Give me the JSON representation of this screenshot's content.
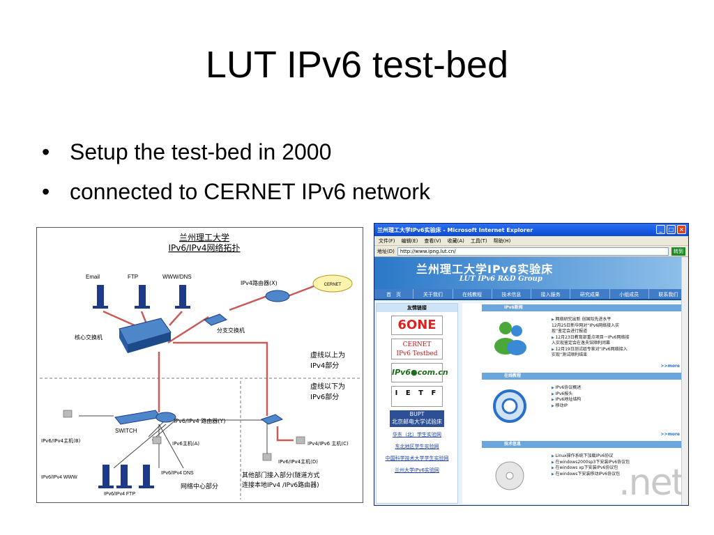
{
  "slide": {
    "title": "LUT IPv6 test-bed",
    "bullets": [
      "Setup the test-bed in 2000",
      "connected to CERNET IPv6 network"
    ]
  },
  "topology": {
    "title": "兰州理工大学",
    "subtitle": "IPv6/IPv4网络拓扑",
    "labels": {
      "email": "Email",
      "ftp": "FTP",
      "www_dns": "WWW/DNS",
      "ipv4_router": "IPv4路由器(X)",
      "cernet": "CERNET",
      "core_switch": "核心交换机",
      "branch_switch": "分支交换机",
      "above_line": "虚线以上为",
      "ipv4_part": "IPv4部分",
      "below_line": "虚线以下为",
      "ipv6_part": "IPv6部分",
      "dual_router": "IPv6/IPv4 路由器(Y)",
      "switch": "SWITCH",
      "host_b": "IPv6/IPv4主机(B)",
      "host_a": "IPv6主机(A)",
      "host_c": "IPv4/IPv6 主机(C)",
      "host_d": "IPv6/IPv4主机(D)",
      "www": "IPv6/IPv4 WWW",
      "dns": "IPv6/IPv4 DNS",
      "ftp_bottom": "IPv6/IPv4 FTP",
      "net_center": "网络中心部分",
      "other_dept_1": "其他部门接入部分(隧道方式",
      "other_dept_2": "连接本地IPv4 /IPv6路由器)"
    }
  },
  "browser": {
    "title": "兰州理工大学IPv6实验床 - Microsoft Internet Explorer",
    "menu": [
      "文件(F)",
      "编辑(E)",
      "查看(V)",
      "收藏(A)",
      "工具(T)",
      "帮助(H)"
    ],
    "address_label": "地址(D)",
    "url": "http://www.ipng.lut.cn/",
    "go_label": "转到",
    "site_title": "兰州理工大学IPv6实验床",
    "site_subtitle": "LUT IPv6 R&D Group",
    "nav": [
      "首　页",
      "关于我们",
      "在线教程",
      "技术信息",
      "接入服务",
      "研究成果",
      "小组成员",
      "联系我们"
    ],
    "friend_links_title": "友情链接",
    "logos": {
      "sixone": "6ONE",
      "cernet_1": "CERNET",
      "cernet_2": "IPv6 Testbed",
      "ipv6com": "IPv6●com.cn",
      "ietf": "I E T F",
      "bupt_1": "BUPT",
      "bupt_2": "北京邮电大学试验床"
    },
    "side_links": [
      "华东（北）学生实验网",
      "东北地区学生实验网",
      "中国科学技术大学学生实验网",
      "兰州大学IPv6实验网"
    ],
    "news_title": "IPv6新闻",
    "news": [
      "网络研究出新  创国际先进水平",
      "12月25日新华网对“IPv6网络接入实",
      "现”鉴定会进行报道",
      "12月23日教育部重点项目－IPv6网络接",
      "入实现鉴定会在逸夫馆顺利闭幕",
      "12月19日测试组专家对“IPv6网络接入",
      "实现”测试顺利结束"
    ],
    "tutorial_title": "在线教程",
    "tutorials": [
      "IPv6协议概述",
      "IPv6报头",
      "IPv6地址结构",
      "移动IP"
    ],
    "tech_title": "技术信息",
    "tech": [
      "Linux操作系统下加载IPv6协议",
      "在windows2000sp3下安装IPv6协议包",
      "在windows xp下安装IPv6协议包",
      "在windows下安装移动IPv6协议包"
    ],
    "more": ">>more",
    "watermark": ".net"
  }
}
